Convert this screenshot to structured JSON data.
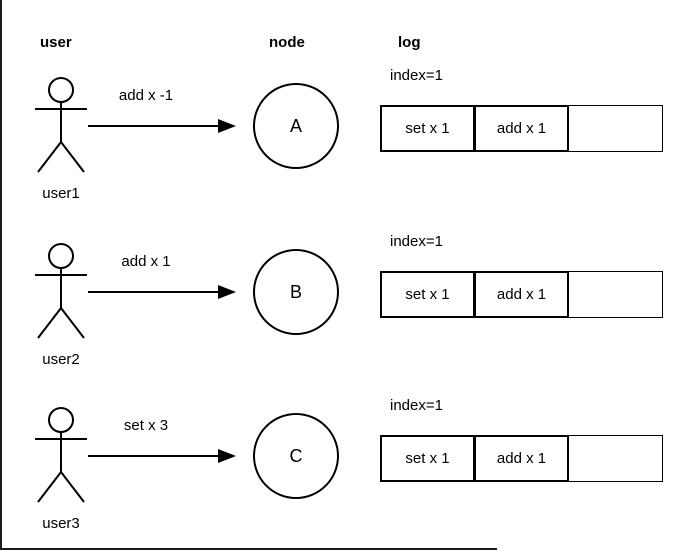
{
  "columns": {
    "user": "user",
    "node": "node",
    "log": "log"
  },
  "rows": [
    {
      "actor_label": "user1",
      "message": "add x -1",
      "node_label": "A",
      "log_index": "index=1",
      "log_cells": [
        "set x 1",
        "add x 1",
        ""
      ]
    },
    {
      "actor_label": "user2",
      "message": "add x 1",
      "node_label": "B",
      "log_index": "index=1",
      "log_cells": [
        "set x 1",
        "add x 1",
        ""
      ]
    },
    {
      "actor_label": "user3",
      "message": "set x 3",
      "node_label": "C",
      "log_index": "index=1",
      "log_cells": [
        "set x 1",
        "add x 1",
        ""
      ]
    }
  ],
  "colors": {
    "stroke": "#000000",
    "background": "#ffffff"
  }
}
